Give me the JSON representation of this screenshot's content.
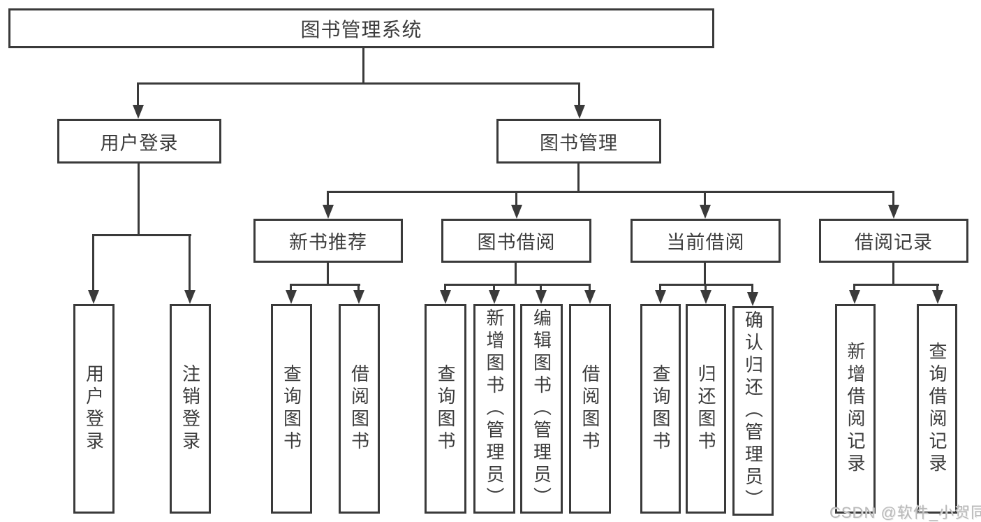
{
  "diagram": {
    "root": {
      "label": "图书管理系统"
    },
    "level2": [
      {
        "label": "用户登录"
      },
      {
        "label": "图书管理"
      }
    ],
    "level3": [
      {
        "label": "新书推荐"
      },
      {
        "label": "图书借阅"
      },
      {
        "label": "当前借阅"
      },
      {
        "label": "借阅记录"
      }
    ],
    "children": {
      "user": [
        "用户登录",
        "注销登录"
      ],
      "recommend": [
        "查询图书",
        "借阅图书"
      ],
      "borrow": [
        "查询图书",
        "新增图书（管理员）",
        "编辑图书（管理员）",
        "借阅图书"
      ],
      "current": [
        "查询图书",
        "归还图书",
        "确认归还（管理员）"
      ],
      "records": [
        "新增借阅记录",
        "查询借阅记录"
      ]
    },
    "colors": {
      "line": "#3a3a3a",
      "text": "#3c3c3c",
      "background": "#ffffff",
      "watermark_color": "#b9b9b9"
    },
    "watermark": "CSDN @软件_小贺同学"
  }
}
